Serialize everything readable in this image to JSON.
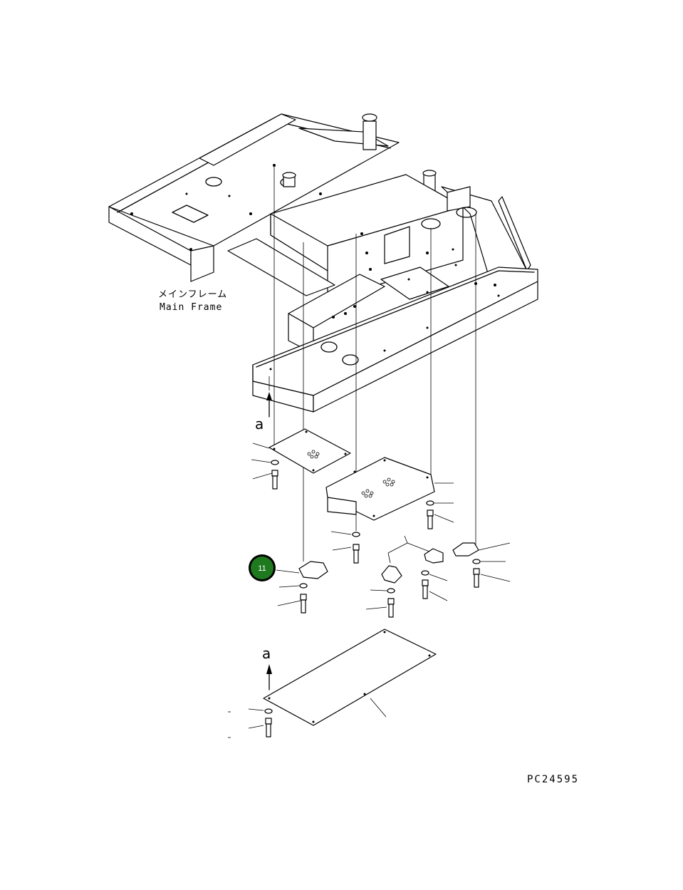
{
  "labels": {
    "main_frame_jp": "メインフレーム",
    "main_frame_en": "Main Frame",
    "arrow_upper": "a",
    "arrow_lower": "a",
    "figure_code": "PC24595"
  },
  "callout": {
    "number": "11",
    "color": "#1f7a1f",
    "ring_color": "#000000"
  }
}
